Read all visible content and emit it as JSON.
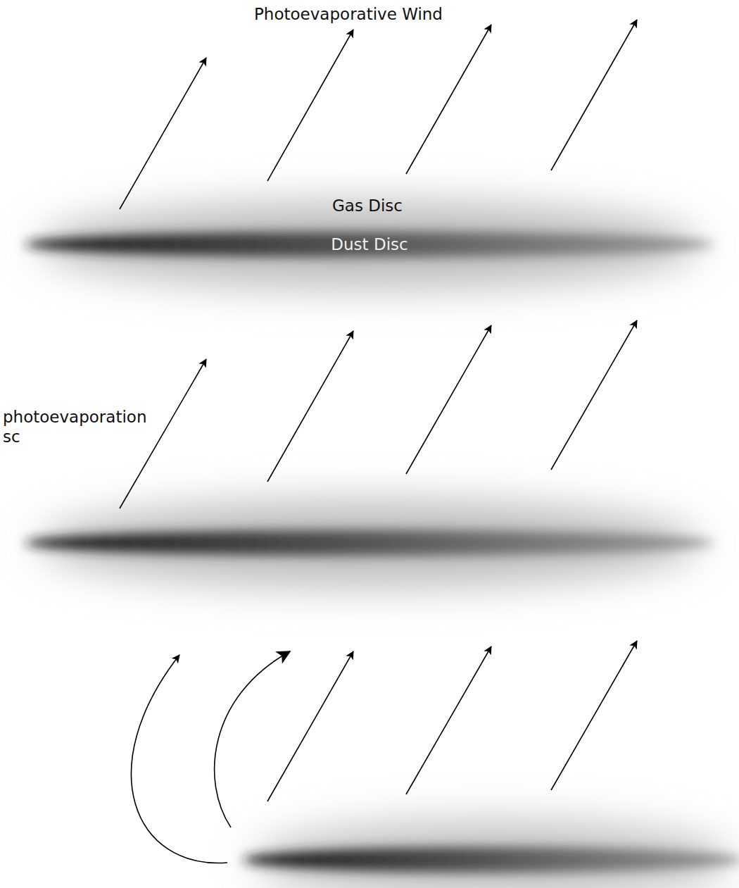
{
  "diagram": {
    "labels": [
      "Photoevaporative Wind",
      "Gas Disc",
      "Dust Disc",
      "photoevaporation sc"
    ]
  }
}
